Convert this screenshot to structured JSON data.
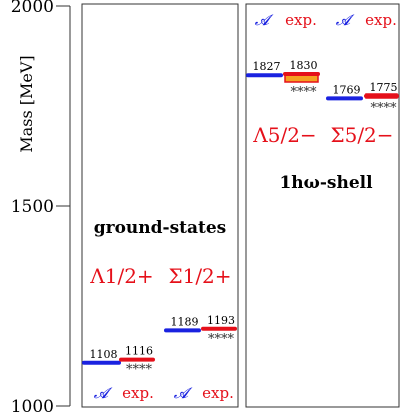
{
  "chart_data": {
    "type": "level-diagram",
    "ylabel": "Mass [MeV]",
    "ylim": [
      1000,
      2000
    ],
    "yticks": [
      {
        "value": 1000,
        "label": "1000"
      },
      {
        "value": 1500,
        "label": "1500"
      },
      {
        "value": 2000,
        "label": "2000"
      }
    ],
    "colors": {
      "model": "#1a22e0",
      "experiment": "#e5101a",
      "band": "#f5a020",
      "frame": "#333333"
    },
    "panels": [
      {
        "title": "ground-states",
        "states": [
          {
            "name": "Λ1/2+",
            "model": {
              "mass": 1108,
              "label": "1108",
              "column_label": "𝓐"
            },
            "experiment": {
              "mass": 1116,
              "label": "1116",
              "column_label": "exp.",
              "rating": "****"
            }
          },
          {
            "name": "Σ1/2+",
            "model": {
              "mass": 1189,
              "label": "1189",
              "column_label": "𝓐"
            },
            "experiment": {
              "mass": 1193,
              "label": "1193",
              "column_label": "exp.",
              "rating": "****"
            }
          }
        ]
      },
      {
        "title": "1hω-shell",
        "states": [
          {
            "name": "Λ5/2−",
            "model": {
              "mass": 1827,
              "label": "1827",
              "column_label": "𝓐"
            },
            "experiment": {
              "mass": 1830,
              "mass_range": [
                1810,
                1830
              ],
              "label": "1830",
              "column_label": "exp.",
              "rating": "****"
            }
          },
          {
            "name": "Σ5/2−",
            "model": {
              "mass": 1769,
              "label": "1769",
              "column_label": "𝓐"
            },
            "experiment": {
              "mass": 1775,
              "mass_range": [
                1770,
                1780
              ],
              "label": "1775",
              "column_label": "exp.",
              "rating": "****"
            }
          }
        ]
      }
    ]
  }
}
